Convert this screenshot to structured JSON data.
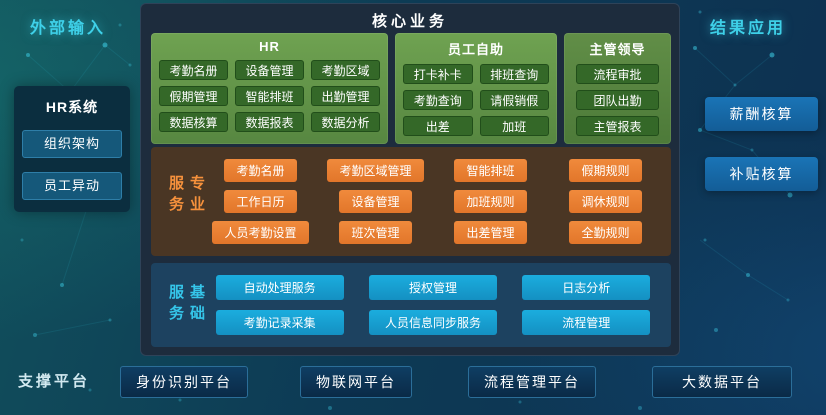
{
  "labels": {
    "external_input": "外部输入",
    "result_application": "结果应用",
    "support_platform": "支撑平台"
  },
  "left_panel": {
    "title": "HR系统",
    "items": [
      {
        "label": "组织架构"
      },
      {
        "label": "员工异动"
      }
    ]
  },
  "core": {
    "title": "核心业务",
    "groups": [
      {
        "name": "HR",
        "items": [
          "考勤名册",
          "设备管理",
          "考勤区域",
          "假期管理",
          "智能排班",
          "出勤管理",
          "数据核算",
          "数据报表",
          "数据分析"
        ]
      },
      {
        "name": "员工自助",
        "items": [
          "打卡补卡",
          "排班查询",
          "考勤查询",
          "请假销假",
          "出差",
          "加班"
        ]
      },
      {
        "name": "主管领导",
        "items": [
          "流程审批",
          "团队出勤",
          "主管报表"
        ]
      }
    ],
    "professional": {
      "label": "专业服务",
      "items": [
        "考勤名册",
        "考勤区域管理",
        "智能排班",
        "假期规则",
        "工作日历",
        "设备管理",
        "加班规则",
        "调休规则",
        "人员考勤设置",
        "班次管理",
        "出差管理",
        "全勤规则"
      ]
    },
    "basic": {
      "label": "基础服务",
      "items": [
        "自动处理服务",
        "授权管理",
        "日志分析",
        "考勤记录采集",
        "人员信息同步服务",
        "流程管理"
      ]
    }
  },
  "right_panel": {
    "items": [
      {
        "label": "薪酬核算"
      },
      {
        "label": "补贴核算"
      }
    ]
  },
  "bottom": {
    "platforms": [
      {
        "label": "身份识别平台"
      },
      {
        "label": "物联网平台"
      },
      {
        "label": "流程管理平台"
      },
      {
        "label": "大数据平台"
      }
    ]
  },
  "colors": {
    "background_left": "#14545f",
    "background_right": "#0d3150",
    "core_panel": "#1d2c3d",
    "group_green": "#66984a",
    "button_green": "#346828",
    "professional_panel": "#4a3624",
    "professional_label": "#f6913c",
    "button_orange": "#ec8034",
    "basic_panel": "#1d4260",
    "basic_label": "#35c6ea",
    "button_cyan": "#189fd2",
    "accent_cyan": "#3ed0e8",
    "button_blue": "#1566a8"
  }
}
